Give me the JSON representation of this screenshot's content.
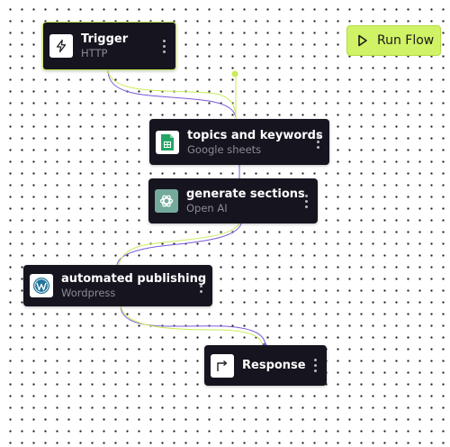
{
  "toolbar": {
    "run_label": "Run Flow"
  },
  "nodes": [
    {
      "title": "Trigger",
      "subtitle": "HTTP",
      "icon": "bolt-icon"
    },
    {
      "title": "topics and keywords",
      "subtitle": "Google sheets",
      "icon": "google-sheets-icon"
    },
    {
      "title": "generate sections",
      "subtitle": "Open AI",
      "icon": "openai-icon"
    },
    {
      "title": "automated publishing",
      "subtitle": "Wordpress",
      "icon": "wordpress-icon"
    },
    {
      "title": "Response",
      "subtitle": "",
      "icon": "response-arrow-icon"
    }
  ],
  "colors": {
    "node_bg": "#16151f",
    "accent": "#d0f266",
    "edge_primary": "#7a5bd6",
    "edge_secondary": "#c9ec5a",
    "subtitle": "#8c8b95"
  }
}
